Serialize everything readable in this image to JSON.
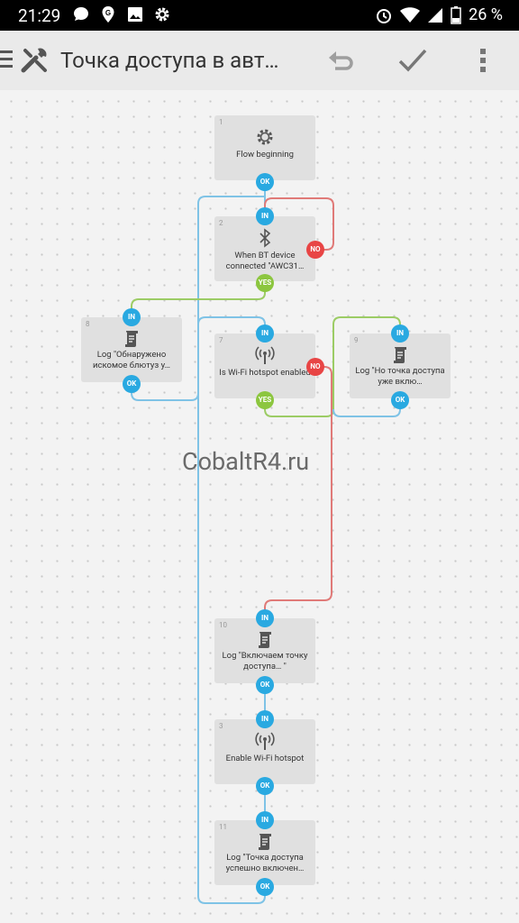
{
  "status_bar": {
    "time": "21:29",
    "battery_percent": "26 %",
    "icons": [
      "chat-icon",
      "location-g-icon",
      "image-icon",
      "settings-gear-icon",
      "alarm-icon",
      "wifi-icon",
      "signal-icon",
      "battery-icon"
    ]
  },
  "toolbar": {
    "title": "Точка доступа в авт…",
    "icons": [
      "menu-icon",
      "tools-icon",
      "undo-icon",
      "checkmark-icon",
      "more-vert-icon"
    ]
  },
  "watermark": "CobaltR4.ru",
  "colors": {
    "port_blue": "#29a9e1",
    "port_red": "#e84545",
    "port_green": "#8cc63f",
    "wire_blue": "#7fc3e6",
    "wire_red": "#e07a78",
    "wire_green": "#9ccc65",
    "block_bg": "#e0e0e0"
  },
  "blocks": [
    {
      "num": "1",
      "label": "Flow beginning",
      "icon": "gear-icon"
    },
    {
      "num": "2",
      "label": "When BT device connected \"AWC31…",
      "icon": "bluetooth-icon"
    },
    {
      "num": "8",
      "label": "Log \"Обнаружено искомое блютуз у…",
      "icon": "log-scroll-icon"
    },
    {
      "num": "7",
      "label": "Is Wi-Fi hotspot enabled",
      "icon": "hotspot-icon"
    },
    {
      "num": "9",
      "label": "Log \"Но точка доступа уже вклю…",
      "icon": "log-scroll-icon"
    },
    {
      "num": "10",
      "label": "Log \"Включаем точку доступа… \"",
      "icon": "log-scroll-icon"
    },
    {
      "num": "3",
      "label": "Enable Wi-Fi hotspot",
      "icon": "hotspot-icon"
    },
    {
      "num": "11",
      "label": "Log \"Точка доступа успешно включен…",
      "icon": "log-scroll-icon"
    }
  ],
  "ports": {
    "in": "IN",
    "ok": "OK",
    "yes": "YES",
    "no": "NO"
  }
}
